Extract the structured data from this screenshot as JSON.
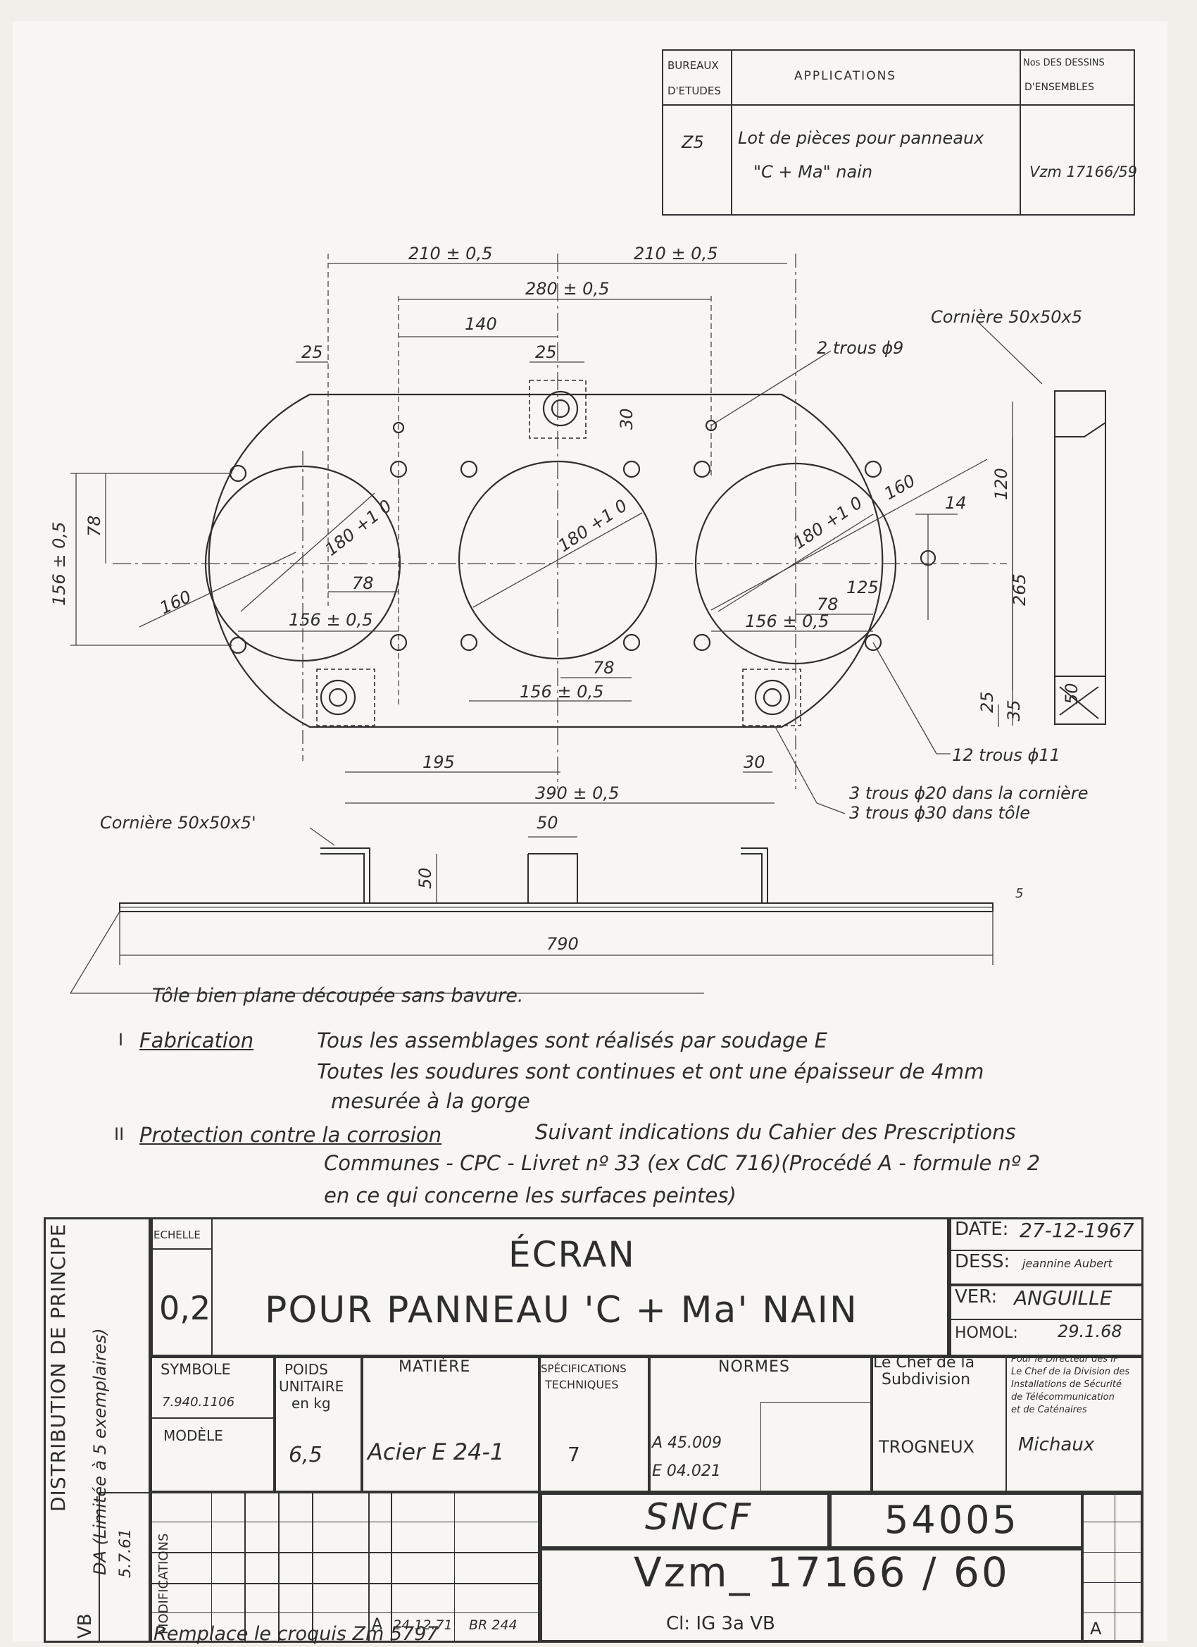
{
  "header_table": {
    "col1": [
      "BUREAUX",
      "D'ETUDES"
    ],
    "col2": "APPLICATIONS",
    "col3": [
      "Nos DES DESSINS",
      "D'ENSEMBLES"
    ],
    "row_code": "Z5",
    "row_application": [
      "Lot de pièces pour panneaux",
      "\"C + Ma\" nain"
    ],
    "row_drawing": "Vzm 17166/59"
  },
  "drawing": {
    "dims_top": [
      "210 ± 0,5",
      "210 ± 0,5",
      "280 ± 0,5",
      "140",
      "25",
      "25"
    ],
    "corniere_right": "Cornière 50x50x5",
    "corniere_left": "Cornière 50x50x5'",
    "holes_9": "2 trous ϕ9",
    "holes_11": "12 trous ϕ11",
    "holes_20": "3 trous ϕ20 dans la cornière",
    "holes_30": "3 trous ϕ30 dans tôle",
    "circle_dia": "180 +1 0",
    "radius": "160",
    "dim_156": "156 ± 0,5",
    "dim_78": "78",
    "dim_30": "30",
    "dim_120": "120",
    "dim_265": "265",
    "dim_14": "14",
    "dim_125": "125",
    "dim_25": "25",
    "dim_35": "35",
    "dim_50": "50",
    "dim_195": "195",
    "dim_390": "390 ± 0,5",
    "dim_790": "790",
    "dim_5": "5",
    "sheet_note": "Tôle bien plane découpée sans bavure."
  },
  "notes": {
    "fab_num": "I",
    "fab_title": "Fabrication",
    "fab_line1": "Tous les assemblages sont réalisés par soudage E",
    "fab_line2": "Toutes les soudures sont continues et ont une épaisseur de 4mm",
    "fab_line3": "mesurée à la gorge",
    "prot_num": "II",
    "prot_title": "Protection contre la corrosion",
    "prot_line1": "Suivant indications du Cahier des Prescriptions",
    "prot_line2": "Communes - CPC - Livret nº 33 (ex CdC 716)(Procédé A - formule nº 2",
    "prot_line3": "en ce qui concerne les surfaces peintes)"
  },
  "title_block": {
    "distribution": "DISTRIBUTION DE PRINCIPE",
    "da": "DA (Limitée à 5 exemplaires)",
    "da_date": "5.7.61",
    "vb": "VB",
    "modifications": "MODIFICATIONS",
    "echelle_label": "ECHELLE",
    "echelle": "0,2",
    "title1": "ÉCRAN",
    "title2": "POUR PANNEAU 'C + Ma' NAIN",
    "date_label": "DATE:",
    "date": "27-12-1967",
    "dess_label": "DESS:",
    "dess": "jeannine Aubert",
    "ver_label": "VER:",
    "ver": "ANGUILLE",
    "homol_label": "HOMOL:",
    "homol": "29.1.68",
    "symbole_label": "SYMBOLE",
    "symbole": "7.940.1106",
    "modele_label": "MODÈLE",
    "poids_label": [
      "POIDS",
      "UNITAIRE",
      "en kg"
    ],
    "poids": "6,5",
    "matiere_label": "MATIÈRE",
    "matiere": "Acier E 24-1",
    "spec_label": [
      "SPÉCIFICATIONS",
      "TECHNIQUES"
    ],
    "spec": "7",
    "normes_label": "NORMES",
    "normes": [
      "A 45.009",
      "E 04.021"
    ],
    "chef_label": [
      "Le Chef de la",
      "Subdivision"
    ],
    "chef": "TROGNEUX",
    "dir_label": [
      "Pour le Directeur des IF",
      "Le Chef de la Division des",
      "Installations de Sécurité",
      "de Télécommunication",
      "et de Caténaires"
    ],
    "dir": "Michaux",
    "sncf": "SNCF",
    "number": "54005",
    "ref": "Vzm_ 17166 / 60",
    "cl": "Cl: IG 3a VB",
    "rev_letter": "A",
    "rev_date": "24.12.71",
    "rev_br": "BR 244",
    "rev_right": "A",
    "remplace": "Remplace le croquis Zm 5797"
  }
}
